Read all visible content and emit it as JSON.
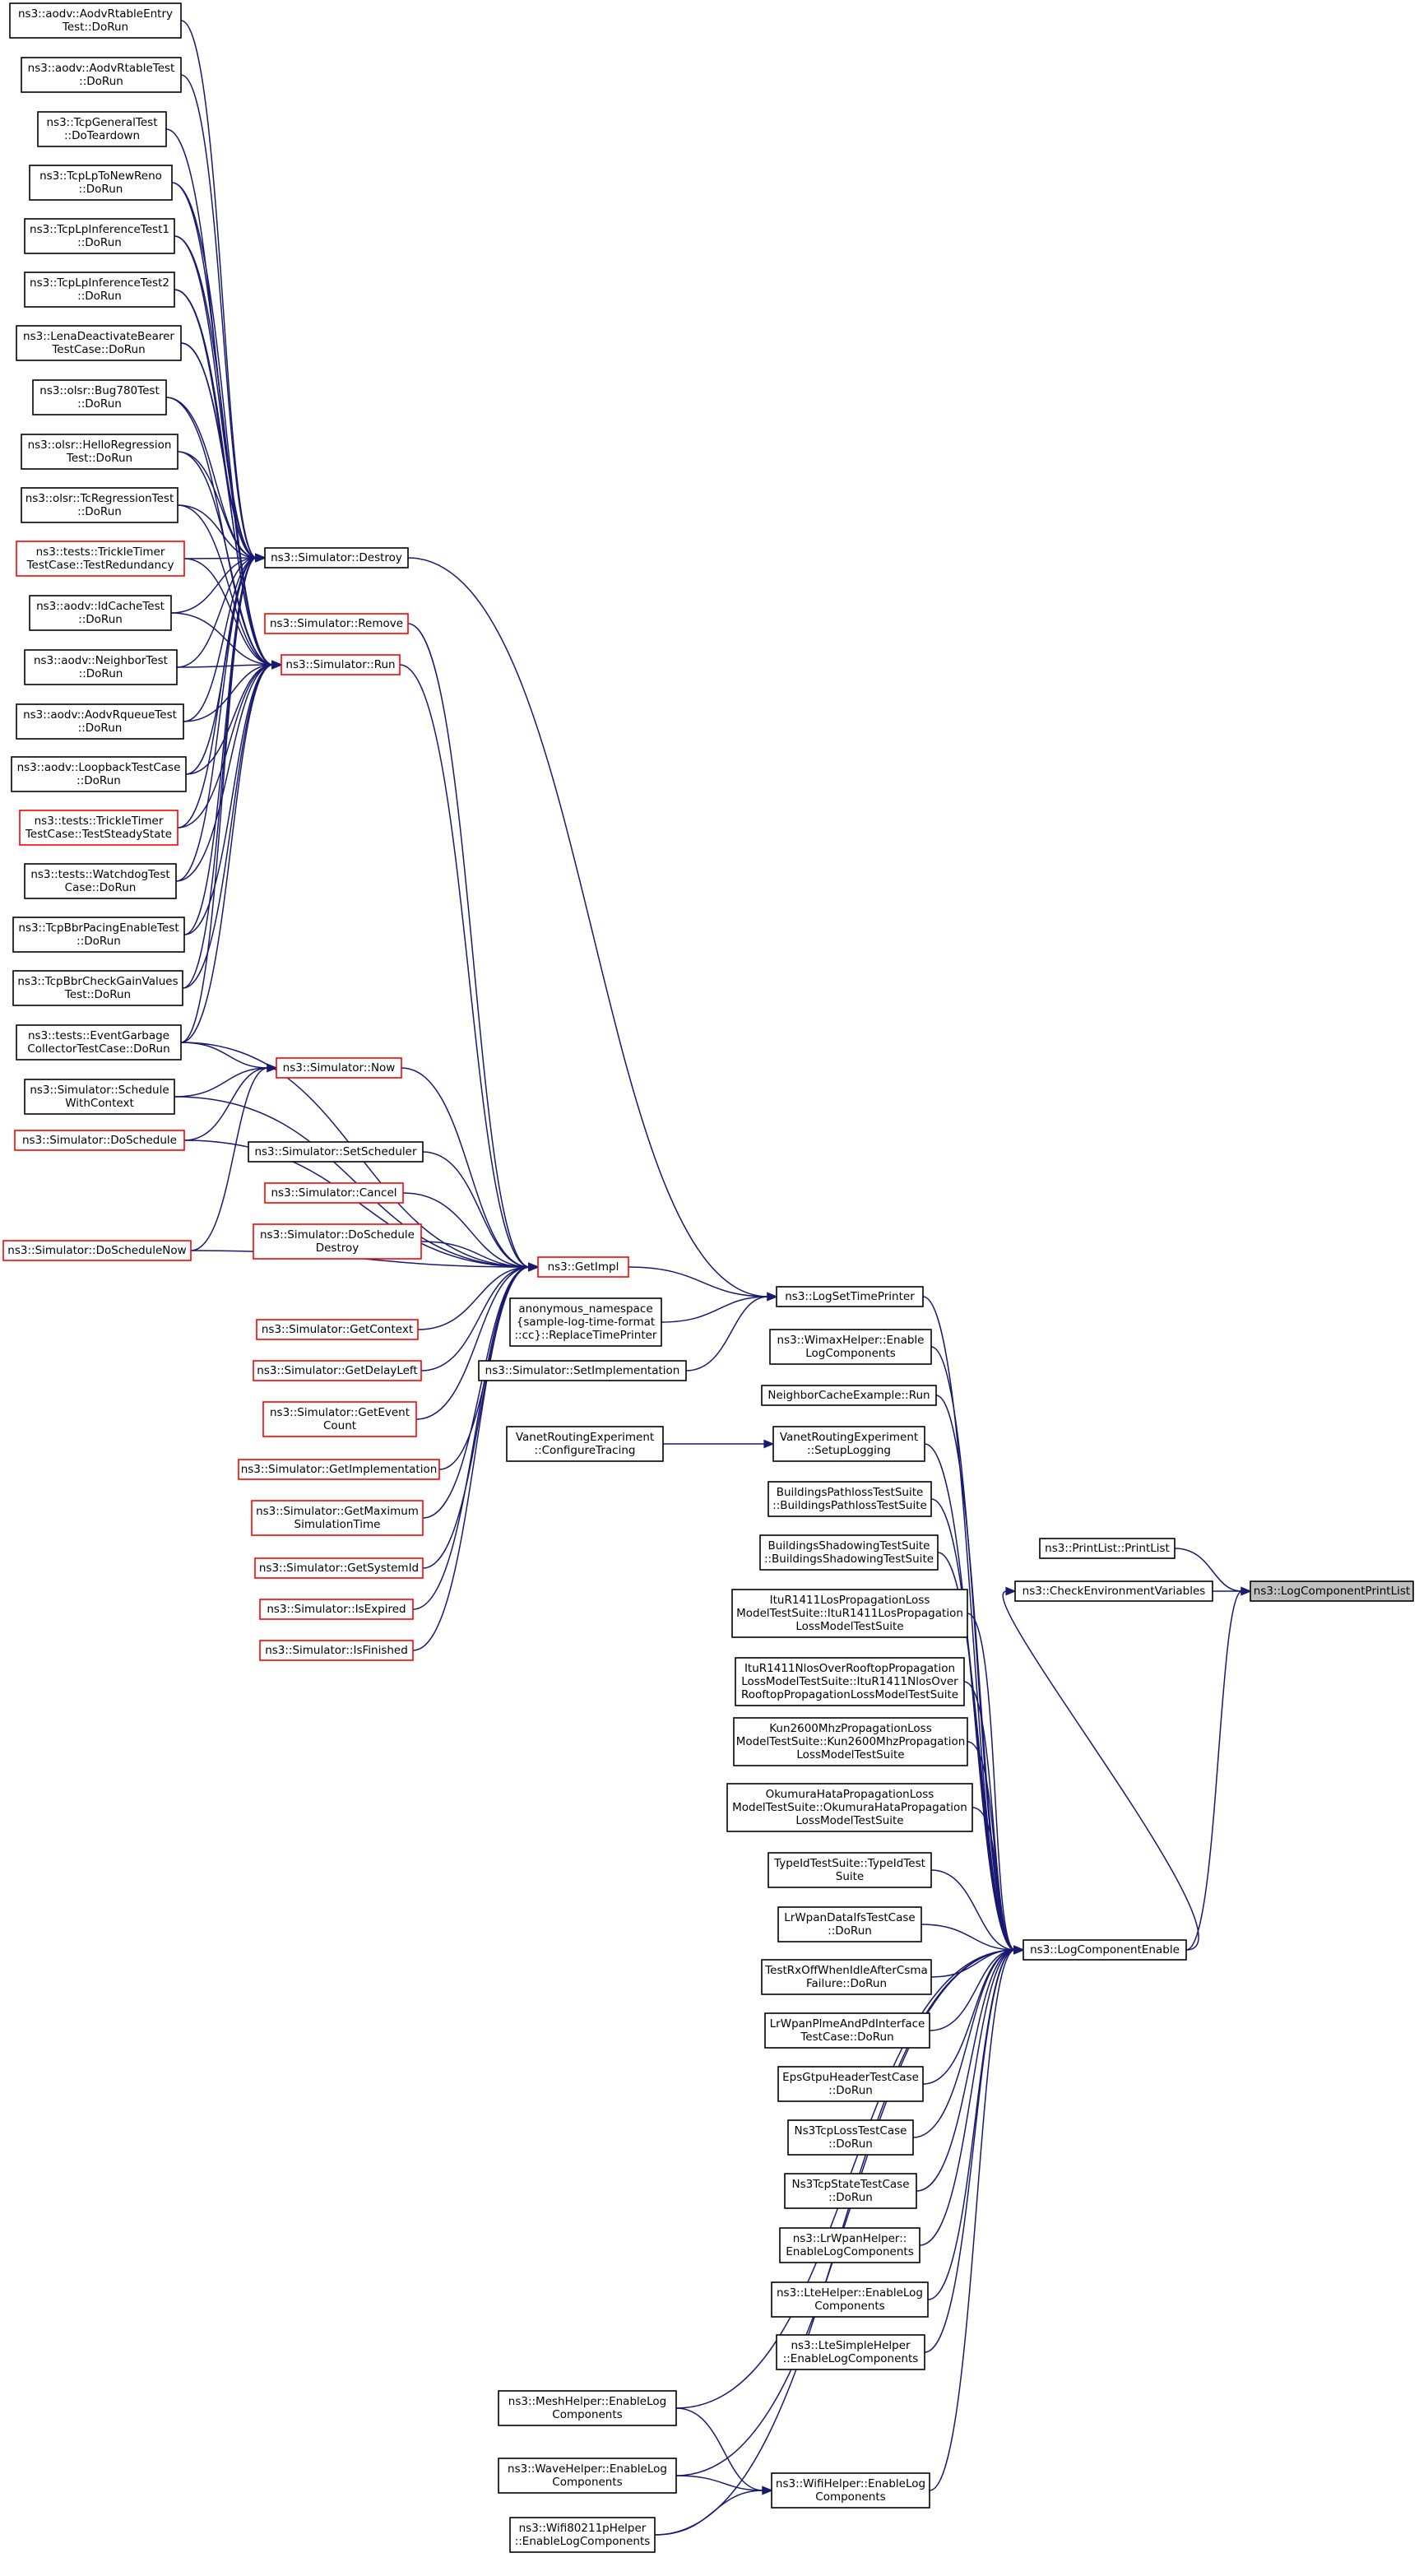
{
  "diagram": {
    "title": "",
    "edge_color": "#191970",
    "node_border_colors": {
      "default": "#000000",
      "truncated": "#ff0000",
      "root_fill": "#bfbfbf"
    },
    "nodes": [
      {
        "id": "n1",
        "lines": [
          "ns3::aodv::AodvRtableEntry",
          "Test::DoRun"
        ]
      },
      {
        "id": "n2",
        "lines": [
          "ns3::aodv::AodvRtableTest",
          "::DoRun"
        ]
      },
      {
        "id": "n3",
        "lines": [
          "ns3::TcpGeneralTest",
          "::DoTeardown"
        ]
      },
      {
        "id": "n4",
        "lines": [
          "ns3::TcpLpToNewReno",
          "::DoRun"
        ]
      },
      {
        "id": "n5",
        "lines": [
          "ns3::TcpLpInferenceTest1",
          "::DoRun"
        ]
      },
      {
        "id": "n6",
        "lines": [
          "ns3::TcpLpInferenceTest2",
          "::DoRun"
        ]
      },
      {
        "id": "n7",
        "lines": [
          "ns3::LenaDeactivateBearer",
          "TestCase::DoRun"
        ]
      },
      {
        "id": "n8",
        "lines": [
          "ns3::olsr::Bug780Test",
          "::DoRun"
        ]
      },
      {
        "id": "n9",
        "lines": [
          "ns3::olsr::HelloRegression",
          "Test::DoRun"
        ]
      },
      {
        "id": "n10",
        "lines": [
          "ns3::olsr::TcRegressionTest",
          "::DoRun"
        ]
      },
      {
        "id": "n11",
        "lines": [
          "ns3::tests::TrickleTimer",
          "TestCase::TestRedundancy"
        ],
        "truncated": true
      },
      {
        "id": "n12",
        "lines": [
          "ns3::aodv::IdCacheTest",
          "::DoRun"
        ]
      },
      {
        "id": "n13",
        "lines": [
          "ns3::aodv::NeighborTest",
          "::DoRun"
        ]
      },
      {
        "id": "n14",
        "lines": [
          "ns3::aodv::AodvRqueueTest",
          "::DoRun"
        ]
      },
      {
        "id": "n15",
        "lines": [
          "ns3::aodv::LoopbackTestCase",
          "::DoRun"
        ]
      },
      {
        "id": "n16",
        "lines": [
          "ns3::tests::TrickleTimer",
          "TestCase::TestSteadyState"
        ],
        "truncated": true
      },
      {
        "id": "n17",
        "lines": [
          "ns3::tests::WatchdogTest",
          "Case::DoRun"
        ]
      },
      {
        "id": "n18",
        "lines": [
          "ns3::TcpBbrPacingEnableTest",
          "::DoRun"
        ]
      },
      {
        "id": "n19",
        "lines": [
          "ns3::TcpBbrCheckGainValues",
          "Test::DoRun"
        ]
      },
      {
        "id": "n20",
        "lines": [
          "ns3::tests::EventGarbage",
          "CollectorTestCase::DoRun"
        ]
      },
      {
        "id": "n21",
        "lines": [
          "ns3::Simulator::Schedule",
          "WithContext"
        ]
      },
      {
        "id": "n22",
        "lines": [
          "ns3::Simulator::DoSchedule"
        ],
        "truncated": true
      },
      {
        "id": "n23",
        "lines": [
          "ns3::Simulator::DoScheduleNow"
        ],
        "truncated": true
      },
      {
        "id": "destroy",
        "lines": [
          "ns3::Simulator::Destroy"
        ]
      },
      {
        "id": "remove",
        "lines": [
          "ns3::Simulator::Remove"
        ],
        "truncated": true
      },
      {
        "id": "run",
        "lines": [
          "ns3::Simulator::Run"
        ],
        "truncated": true
      },
      {
        "id": "now",
        "lines": [
          "ns3::Simulator::Now"
        ],
        "truncated": true
      },
      {
        "id": "setscheduler",
        "lines": [
          "ns3::Simulator::SetScheduler"
        ]
      },
      {
        "id": "cancel",
        "lines": [
          "ns3::Simulator::Cancel"
        ],
        "truncated": true
      },
      {
        "id": "doschedestroy",
        "lines": [
          "ns3::Simulator::DoSchedule",
          "Destroy"
        ],
        "truncated": true
      },
      {
        "id": "getcontext",
        "lines": [
          "ns3::Simulator::GetContext"
        ],
        "truncated": true
      },
      {
        "id": "getdelayleft",
        "lines": [
          "ns3::Simulator::GetDelayLeft"
        ],
        "truncated": true
      },
      {
        "id": "geteventcount",
        "lines": [
          "ns3::Simulator::GetEvent",
          "Count"
        ],
        "truncated": true
      },
      {
        "id": "getimplementation",
        "lines": [
          "ns3::Simulator::GetImplementation"
        ],
        "truncated": true
      },
      {
        "id": "getmaxsim",
        "lines": [
          "ns3::Simulator::GetMaximum",
          "SimulationTime"
        ],
        "truncated": true
      },
      {
        "id": "getsystemid",
        "lines": [
          "ns3::Simulator::GetSystemId"
        ],
        "truncated": true
      },
      {
        "id": "isexpired",
        "lines": [
          "ns3::Simulator::IsExpired"
        ],
        "truncated": true
      },
      {
        "id": "isfinished",
        "lines": [
          "ns3::Simulator::IsFinished"
        ],
        "truncated": true
      },
      {
        "id": "getimpl",
        "lines": [
          "ns3::GetImpl"
        ],
        "truncated": true
      },
      {
        "id": "anon",
        "lines": [
          "anonymous_namespace",
          "{sample-log-time-format",
          "::cc}::ReplaceTimePrinter"
        ]
      },
      {
        "id": "setimpl",
        "lines": [
          "ns3::Simulator::SetImplementation"
        ]
      },
      {
        "id": "vanetcfg",
        "lines": [
          "VanetRoutingExperiment",
          "::ConfigureTracing"
        ]
      },
      {
        "id": "logsettime",
        "lines": [
          "ns3::LogSetTimePrinter"
        ]
      },
      {
        "id": "wimax",
        "lines": [
          "ns3::WimaxHelper::Enable",
          "LogComponents"
        ]
      },
      {
        "id": "neighbor",
        "lines": [
          "NeighborCacheExample::Run"
        ]
      },
      {
        "id": "vanetlog",
        "lines": [
          "VanetRoutingExperiment",
          "::SetupLogging"
        ]
      },
      {
        "id": "bpath",
        "lines": [
          "BuildingsPathlossTestSuite",
          "::BuildingsPathlossTestSuite"
        ]
      },
      {
        "id": "bshadow",
        "lines": [
          "BuildingsShadowingTestSuite",
          "::BuildingsShadowingTestSuite"
        ]
      },
      {
        "id": "itulos",
        "lines": [
          "ItuR1411LosPropagationLoss",
          "ModelTestSuite::ItuR1411LosPropagation",
          "LossModelTestSuite"
        ]
      },
      {
        "id": "itunlos",
        "lines": [
          "ItuR1411NlosOverRooftopPropagation",
          "LossModelTestSuite::ItuR1411NlosOver",
          "RooftopPropagationLossModelTestSuite"
        ]
      },
      {
        "id": "kun",
        "lines": [
          "Kun2600MhzPropagationLoss",
          "ModelTestSuite::Kun2600MhzPropagation",
          "LossModelTestSuite"
        ]
      },
      {
        "id": "okumura",
        "lines": [
          "OkumuraHataPropagationLoss",
          "ModelTestSuite::OkumuraHataPropagation",
          "LossModelTestSuite"
        ]
      },
      {
        "id": "typeid",
        "lines": [
          "TypeIdTestSuite::TypeIdTest",
          "Suite"
        ]
      },
      {
        "id": "lrdata",
        "lines": [
          "LrWpanDataIfsTestCase",
          "::DoRun"
        ]
      },
      {
        "id": "testrx",
        "lines": [
          "TestRxOffWhenIdleAfterCsma",
          "Failure::DoRun"
        ]
      },
      {
        "id": "lrplme",
        "lines": [
          "LrWpanPlmeAndPdInterface",
          "TestCase::DoRun"
        ]
      },
      {
        "id": "epsgtpu",
        "lines": [
          "EpsGtpuHeaderTestCase",
          "::DoRun"
        ]
      },
      {
        "id": "tcploss",
        "lines": [
          "Ns3TcpLossTestCase",
          "::DoRun"
        ]
      },
      {
        "id": "tcpstate",
        "lines": [
          "Ns3TcpStateTestCase",
          "::DoRun"
        ]
      },
      {
        "id": "lrhelper",
        "lines": [
          "ns3::LrWpanHelper::",
          "EnableLogComponents"
        ]
      },
      {
        "id": "ltehelper",
        "lines": [
          "ns3::LteHelper::EnableLog",
          "Components"
        ]
      },
      {
        "id": "ltesimple",
        "lines": [
          "ns3::LteSimpleHelper",
          "::EnableLogComponents"
        ]
      },
      {
        "id": "mesh",
        "lines": [
          "ns3::MeshHelper::EnableLog",
          "Components"
        ]
      },
      {
        "id": "wave",
        "lines": [
          "ns3::WaveHelper::EnableLog",
          "Components"
        ]
      },
      {
        "id": "wifi80211p",
        "lines": [
          "ns3::Wifi80211pHelper",
          "::EnableLogComponents"
        ]
      },
      {
        "id": "wifihelper",
        "lines": [
          "ns3::WifiHelper::EnableLog",
          "Components"
        ]
      },
      {
        "id": "logenable",
        "lines": [
          "ns3::LogComponentEnable"
        ]
      },
      {
        "id": "printlist",
        "lines": [
          "ns3::PrintList::PrintList"
        ]
      },
      {
        "id": "checkenv",
        "lines": [
          "ns3::CheckEnvironmentVariables"
        ]
      },
      {
        "id": "root",
        "lines": [
          "ns3::LogComponentPrintList"
        ],
        "root": true
      }
    ],
    "edges": [
      [
        "n1",
        "destroy"
      ],
      [
        "n2",
        "destroy"
      ],
      [
        "n3",
        "destroy"
      ],
      [
        "n4",
        "destroy"
      ],
      [
        "n5",
        "destroy"
      ],
      [
        "n6",
        "destroy"
      ],
      [
        "n7",
        "destroy"
      ],
      [
        "n8",
        "destroy"
      ],
      [
        "n9",
        "destroy"
      ],
      [
        "n10",
        "destroy"
      ],
      [
        "n11",
        "destroy"
      ],
      [
        "n12",
        "destroy"
      ],
      [
        "n13",
        "destroy"
      ],
      [
        "n14",
        "destroy"
      ],
      [
        "n15",
        "destroy"
      ],
      [
        "n16",
        "destroy"
      ],
      [
        "n17",
        "destroy"
      ],
      [
        "n18",
        "destroy"
      ],
      [
        "n19",
        "destroy"
      ],
      [
        "n20",
        "destroy"
      ],
      [
        "n4",
        "run"
      ],
      [
        "n5",
        "run"
      ],
      [
        "n6",
        "run"
      ],
      [
        "n7",
        "run"
      ],
      [
        "n8",
        "run"
      ],
      [
        "n9",
        "run"
      ],
      [
        "n10",
        "run"
      ],
      [
        "n11",
        "run"
      ],
      [
        "n12",
        "run"
      ],
      [
        "n13",
        "run"
      ],
      [
        "n14",
        "run"
      ],
      [
        "n15",
        "run"
      ],
      [
        "n16",
        "run"
      ],
      [
        "n17",
        "run"
      ],
      [
        "n18",
        "run"
      ],
      [
        "n19",
        "run"
      ],
      [
        "n20",
        "run"
      ],
      [
        "n20",
        "now"
      ],
      [
        "n21",
        "now"
      ],
      [
        "n22",
        "now"
      ],
      [
        "n23",
        "now"
      ],
      [
        "destroy",
        "logsettime"
      ],
      [
        "remove",
        "getimpl"
      ],
      [
        "run",
        "getimpl"
      ],
      [
        "now",
        "getimpl"
      ],
      [
        "n20",
        "getimpl"
      ],
      [
        "n21",
        "getimpl"
      ],
      [
        "n22",
        "getimpl"
      ],
      [
        "n23",
        "getimpl"
      ],
      [
        "setscheduler",
        "getimpl"
      ],
      [
        "cancel",
        "getimpl"
      ],
      [
        "doschedestroy",
        "getimpl"
      ],
      [
        "getcontext",
        "getimpl"
      ],
      [
        "getdelayleft",
        "getimpl"
      ],
      [
        "geteventcount",
        "getimpl"
      ],
      [
        "getimplementation",
        "getimpl"
      ],
      [
        "getmaxsim",
        "getimpl"
      ],
      [
        "getsystemid",
        "getimpl"
      ],
      [
        "isexpired",
        "getimpl"
      ],
      [
        "isfinished",
        "getimpl"
      ],
      [
        "getimpl",
        "logsettime"
      ],
      [
        "anon",
        "logsettime"
      ],
      [
        "setimpl",
        "logsettime"
      ],
      [
        "vanetcfg",
        "vanetlog"
      ],
      [
        "logsettime",
        "logenable"
      ],
      [
        "wimax",
        "logenable"
      ],
      [
        "neighbor",
        "logenable"
      ],
      [
        "vanetlog",
        "logenable"
      ],
      [
        "bpath",
        "logenable"
      ],
      [
        "bshadow",
        "logenable"
      ],
      [
        "itulos",
        "logenable"
      ],
      [
        "itunlos",
        "logenable"
      ],
      [
        "kun",
        "logenable"
      ],
      [
        "okumura",
        "logenable"
      ],
      [
        "typeid",
        "logenable"
      ],
      [
        "lrdata",
        "logenable"
      ],
      [
        "testrx",
        "logenable"
      ],
      [
        "lrplme",
        "logenable"
      ],
      [
        "epsgtpu",
        "logenable"
      ],
      [
        "tcploss",
        "logenable"
      ],
      [
        "tcpstate",
        "logenable"
      ],
      [
        "lrhelper",
        "logenable"
      ],
      [
        "ltehelper",
        "logenable"
      ],
      [
        "ltesimple",
        "logenable"
      ],
      [
        "mesh",
        "logenable"
      ],
      [
        "wave",
        "logenable"
      ],
      [
        "wifi80211p",
        "logenable"
      ],
      [
        "wifihelper",
        "logenable"
      ],
      [
        "mesh",
        "wifihelper"
      ],
      [
        "wave",
        "wifihelper"
      ],
      [
        "wifi80211p",
        "wifihelper"
      ],
      [
        "logenable",
        "checkenv"
      ],
      [
        "printlist",
        "root"
      ],
      [
        "checkenv",
        "root"
      ],
      [
        "logenable",
        "root"
      ]
    ]
  }
}
